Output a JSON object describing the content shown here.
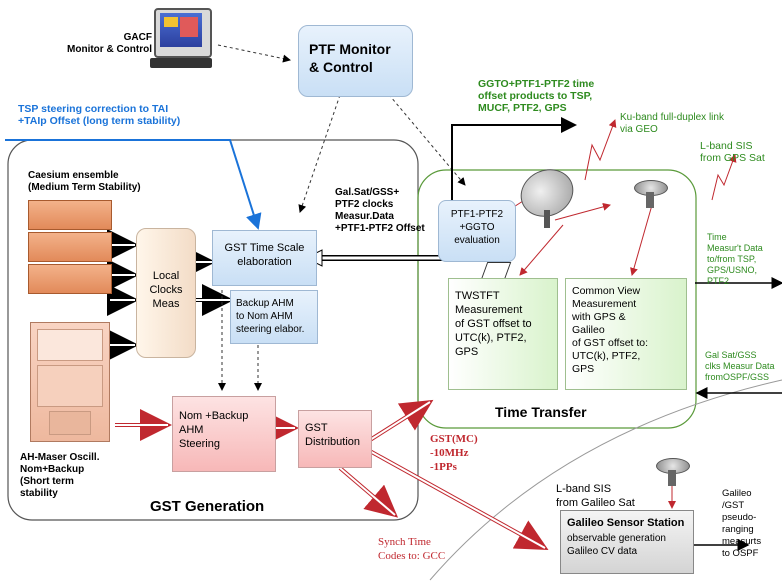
{
  "nodes": {
    "gacf": "GACF\nMonitor & Control",
    "ptf": "PTF Monitor\n& Control",
    "ggto_products": "GGTO+PTF1-PTF2 time\noffset products to TSP,\nMUCF, PTF2, GPS",
    "ku_band": "Ku-band full-duplex link\nvia GEO",
    "lband_gps": "L-band SIS\nfrom GPS Sat",
    "tsp_steering": "TSP steering correction to TAI\n+TAIp Offset (long term stability)",
    "caesium": "Caesium ensemble\n(Medium Term Stability)",
    "galsat_data": "Gal.Sat/GSS+\nPTF2 clocks\nMeasur.Data\n+PTF1-PTF2 Offset",
    "ptf1_ptf2": "PTF1-PTF2\n+GGTO\nevaluation",
    "local_clocks": "Local\nClocks\nMeas",
    "gst_time_scale": "GST Time Scale\nelaboration",
    "backup_ahm": "Backup AHM\nto Nom AHM\nsteering elabor.",
    "twstft": "TWSTFT\nMeasurement\nof GST offset to\nUTC(k), PTF2,\nGPS",
    "common_view": "Common View\nMeasurement\nwith GPS &\nGalileo\nof GST offset to:\nUTC(k), PTF2,\nGPS",
    "time_measur": "Time\nMeasur't Data\nto/from TSP,\nGPS/USNO,\nPTF2",
    "gal_sat_gss": "Gal Sat/GSS\nclks Measur Data\nfromOSPF/GSS",
    "time_transfer": "Time Transfer",
    "ah_maser": "AH-Maser Oscill.\nNom+Backup\n(Short term\nstability",
    "nom_backup": "Nom +Backup\nAHM\nSteering",
    "gst_distribution": "GST\nDistribution",
    "gst_mc": "GST(MC)\n-10MHz\n-1PPs",
    "gst_generation": "GST Generation",
    "lband_galileo": "L-band SIS\nfrom Galileo Sat",
    "galileo_pseudo": "Galileo\n/GST\npseudo-\nranging\nmeasurts\nto OSPF",
    "synch_time": "Synch Time\nCodes to: GCC",
    "gss_title": "Galileo Sensor Station",
    "gss_sub": "observable generation\nGalileo CV data"
  }
}
